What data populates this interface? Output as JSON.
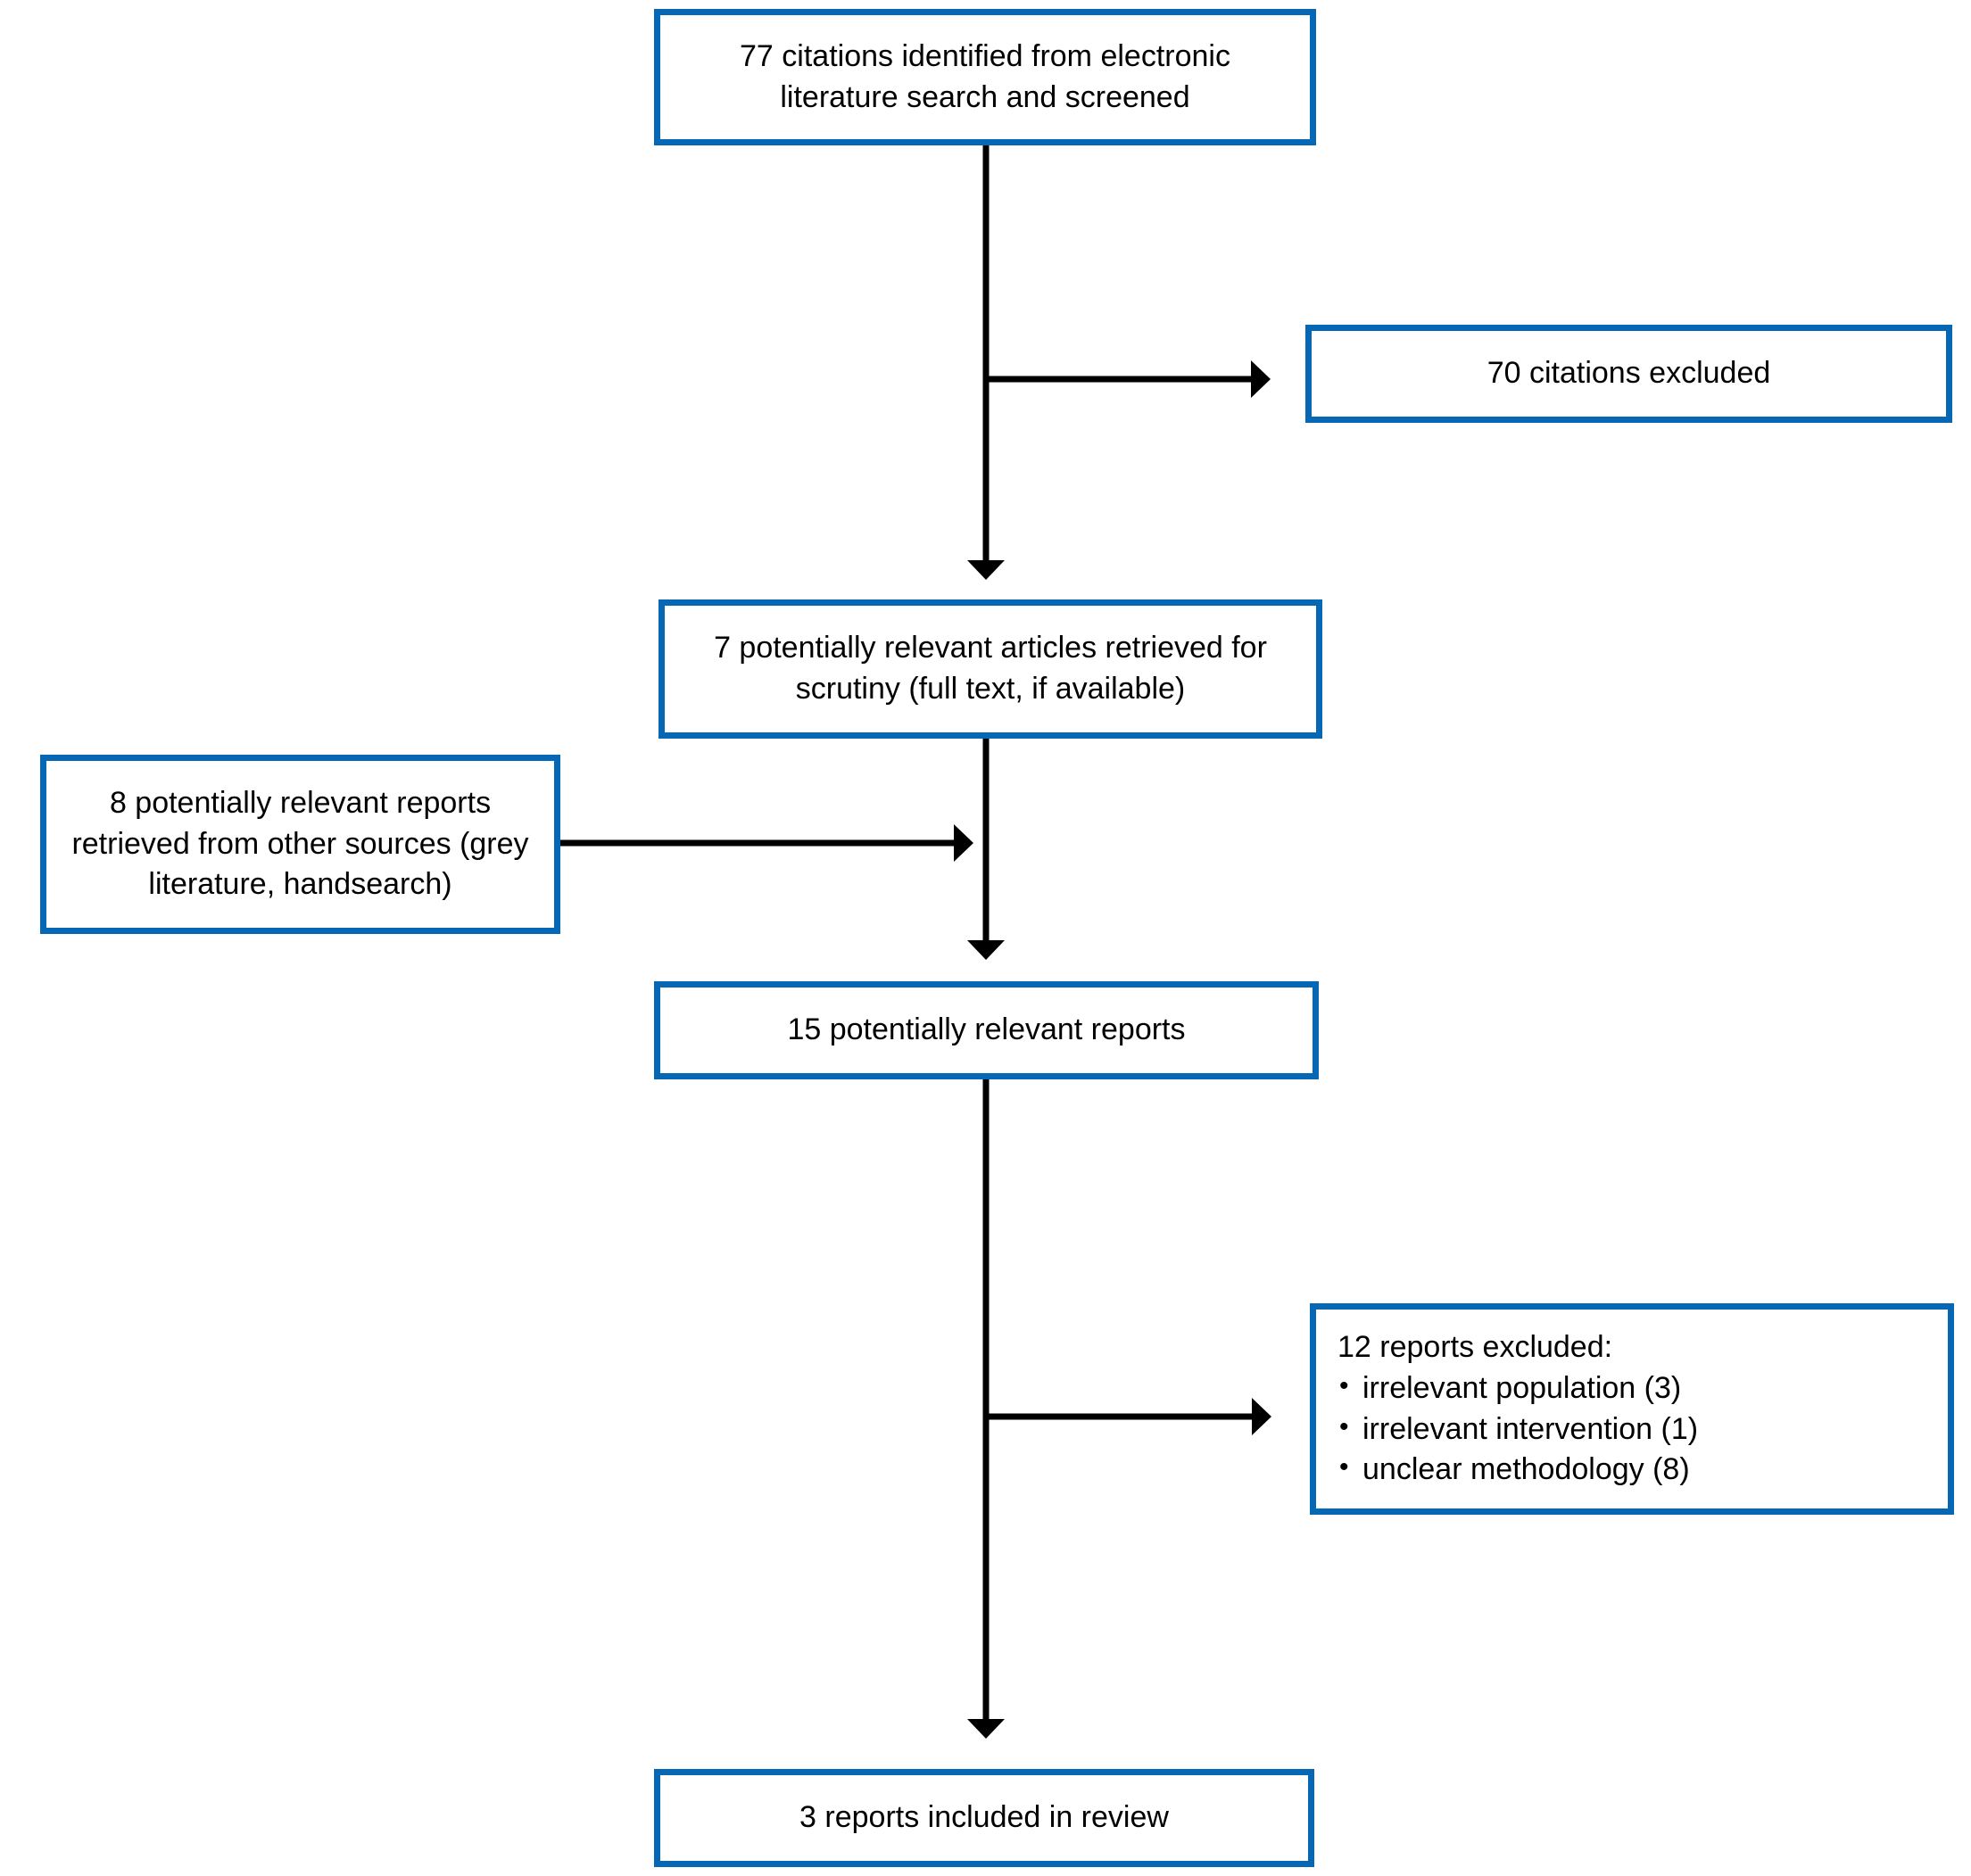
{
  "diagram": {
    "background_color": "#ffffff",
    "box_border_color": "#0667b5",
    "arrow_color": "#000000",
    "text_color": "#000000",
    "nodes": {
      "screened": {
        "text": "77 citations identified from electronic literature search and screened"
      },
      "citations_excluded": {
        "text": "70 citations excluded"
      },
      "articles_retrieved": {
        "text": "7 potentially relevant articles retrieved for scrutiny (full text, if available)"
      },
      "other_sources": {
        "text": "8 potentially relevant reports retrieved from other sources (grey literature, handsearch)"
      },
      "relevant_reports": {
        "text": "15 potentially relevant reports"
      },
      "reports_excluded": {
        "title": "12 reports excluded:",
        "items": [
          "irrelevant population (3)",
          "irrelevant intervention (1)",
          "unclear methodology (8)"
        ]
      },
      "included": {
        "text": "3 reports included in review"
      }
    }
  }
}
